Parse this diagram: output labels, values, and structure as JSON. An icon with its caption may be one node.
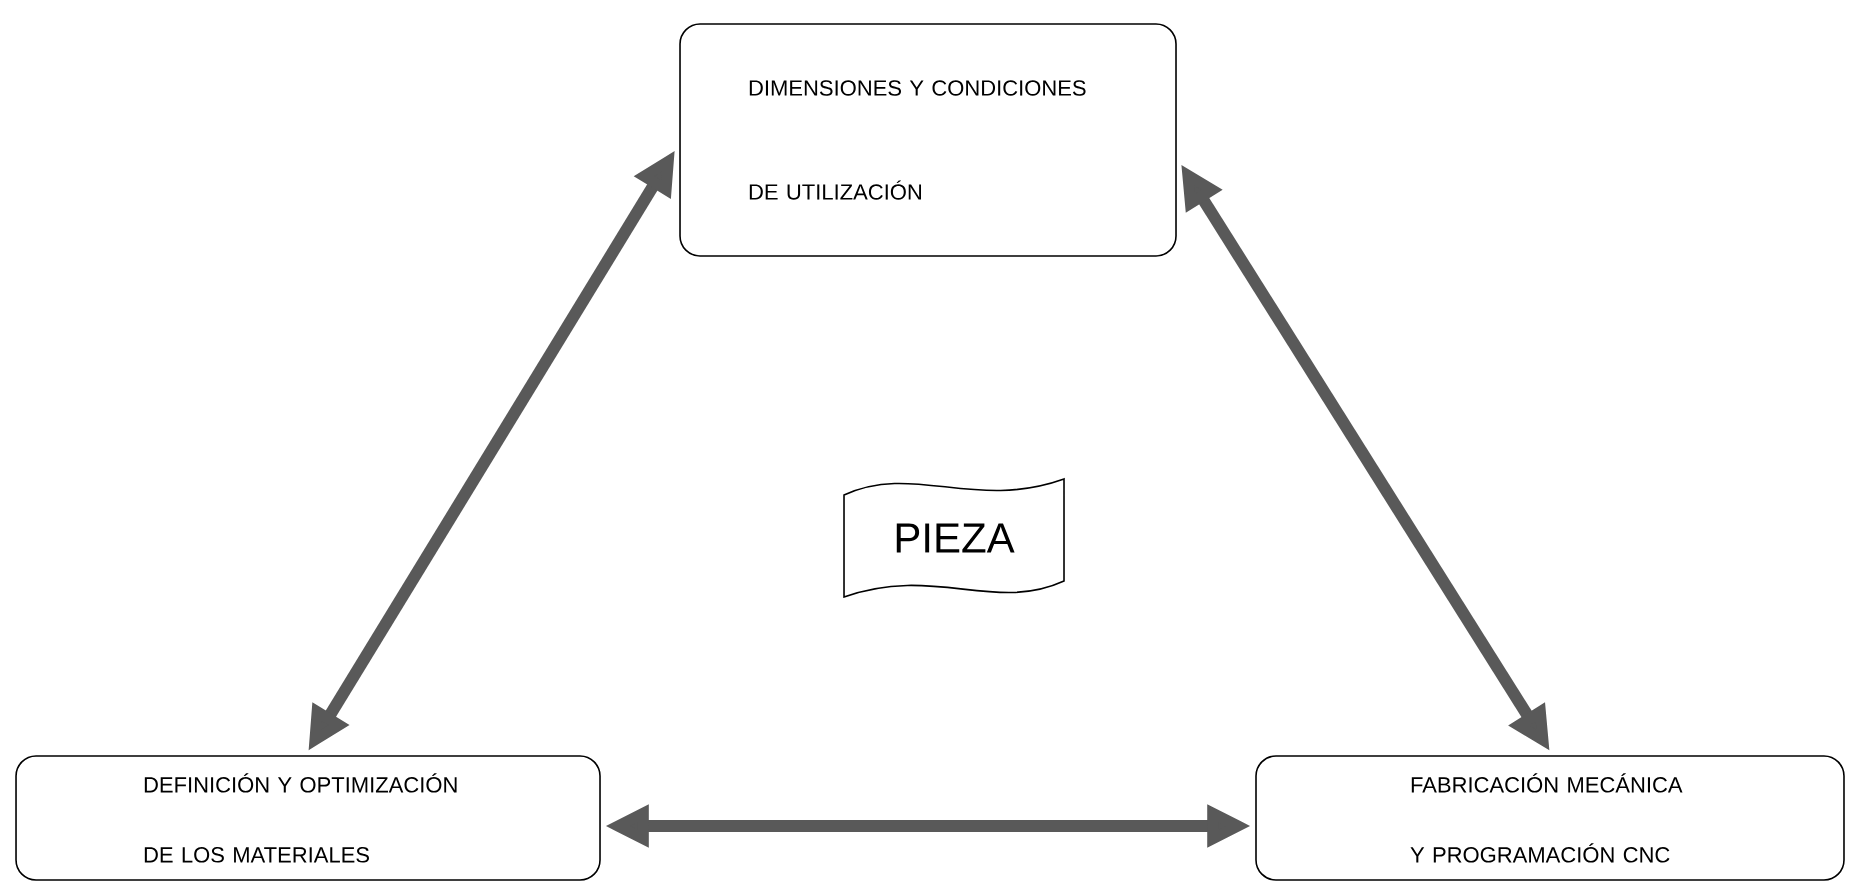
{
  "diagram": {
    "nodes": [
      {
        "text": [
          "DIMENSIONES Y CONDICIONES DE UTILIZACIÓN"
        ]
      },
      {
        "text": [
          "PIEZA"
        ]
      },
      {
        "text": [
          "DEFINICIÓN Y OPTIMIZACIÓN DE LOS MATERIALES"
        ]
      },
      {
        "text": [
          "FABRICACIÓN MECÁNICA Y PROGRAMACIÓN CNC"
        ]
      }
    ],
    "edges": [
      {
        "from": 0,
        "to": 2,
        "arrow": "both"
      },
      {
        "from": 0,
        "to": 3,
        "arrow": "both"
      },
      {
        "from": 2,
        "to": 3,
        "arrow": "both"
      }
    ]
  }
}
